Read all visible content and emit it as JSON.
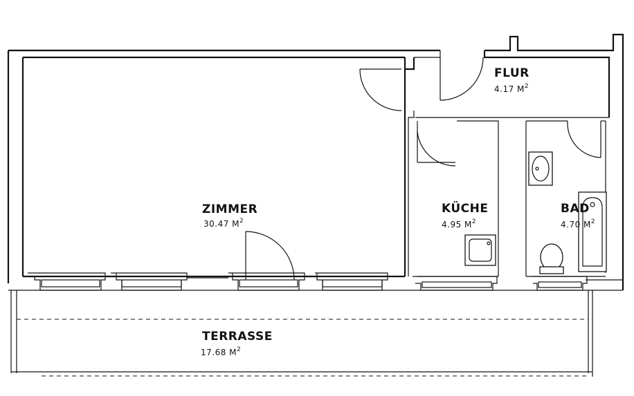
{
  "rooms": {
    "zimmer": {
      "name": "ZIMMER",
      "area": "30.47 M",
      "unit_exp": "2"
    },
    "flur": {
      "name": "FLUR",
      "area": "4.17 M",
      "unit_exp": "2"
    },
    "kueche": {
      "name": "KÜCHE",
      "area": "4.95 M",
      "unit_exp": "2"
    },
    "bad": {
      "name": "BAD",
      "area": "4.70 M",
      "unit_exp": "2"
    },
    "terrasse": {
      "name": "TERRASSE",
      "area": "17.68 M",
      "unit_exp": "2"
    }
  }
}
